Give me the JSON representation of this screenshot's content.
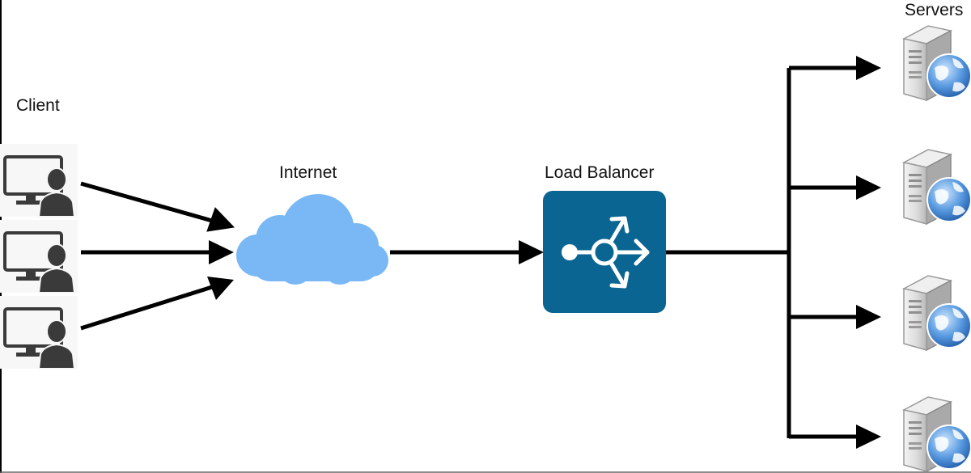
{
  "labels": {
    "client": "Client",
    "internet": "Internet",
    "load_balancer": "Load Balancer",
    "servers": "Servers"
  },
  "colors": {
    "cloud": "#79b8f5",
    "load_balancer_box": "#0a6592",
    "load_balancer_icon": "#ffffff",
    "arrow": "#000000",
    "monitor": "#3a3a3a",
    "server_body": "#d4d4d4",
    "globe": "#2f6fc0"
  },
  "icons": {
    "client": "client-computer-icon",
    "internet": "cloud-icon",
    "load_balancer": "load-balancer-icon",
    "server": "web-server-icon"
  }
}
